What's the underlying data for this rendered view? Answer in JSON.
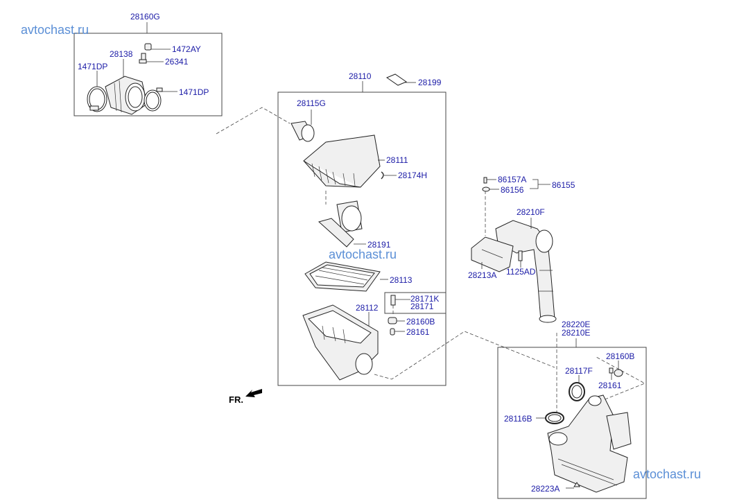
{
  "watermark": {
    "text_top_left": "avtochast.ru",
    "text_center": "avtochast.ru",
    "text_bottom_right": "avtochast.ru"
  },
  "direction_indicator": {
    "label": "FR."
  },
  "groups": {
    "throttle_assembly": {
      "label": "28160G"
    },
    "air_cleaner_assembly": {
      "label": "28110"
    },
    "sub_bracket": {
      "label": "28171K",
      "label2": "28171"
    },
    "resonator_assembly": {
      "label": "28220E",
      "label2": "28210E"
    }
  },
  "parts": {
    "p1472AY": "1472AY",
    "p28138": "28138",
    "p26341": "26341",
    "p1471DP_left": "1471DP",
    "p1471DP_right": "1471DP",
    "p28199": "28199",
    "p28115G": "28115G",
    "p28111": "28111",
    "p28174H": "28174H",
    "p28191": "28191",
    "p28113": "28113",
    "p28112": "28112",
    "p28160B_a": "28160B",
    "p28161_a": "28161",
    "p86157A": "86157A",
    "p86156": "86156",
    "p86155": "86155",
    "p28210F": "28210F",
    "p28213A": "28213A",
    "p1125AD": "1125AD",
    "p28160B_b": "28160B",
    "p28117F": "28117F",
    "p28161_b": "28161",
    "p28116B": "28116B",
    "p28223A": "28223A"
  },
  "colors": {
    "label": "#1a1aa6",
    "watermark": "#5b8fd6",
    "line": "#444444"
  }
}
